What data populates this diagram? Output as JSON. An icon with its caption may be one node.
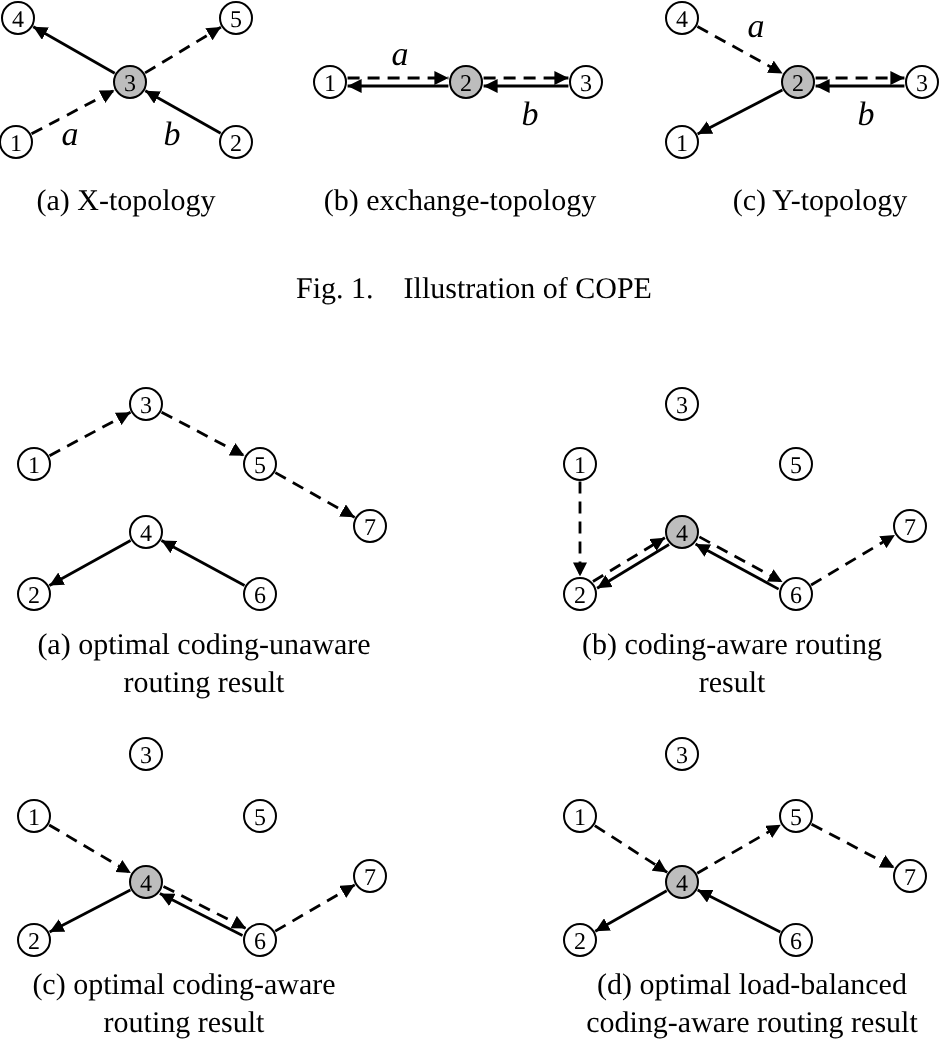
{
  "diagram": {
    "caption": "Fig. 1.    Illustration of COPE",
    "nodes": [
      {
        "text": [
          "4"
        ]
      },
      {
        "text": [
          "5"
        ]
      },
      {
        "text": [
          "3"
        ]
      },
      {
        "text": [
          "1"
        ]
      },
      {
        "text": [
          "2"
        ]
      },
      {
        "text": [
          "1"
        ]
      },
      {
        "text": [
          "2"
        ]
      },
      {
        "text": [
          "3"
        ]
      },
      {
        "text": [
          "4"
        ]
      },
      {
        "text": [
          "2"
        ]
      },
      {
        "text": [
          "3"
        ]
      },
      {
        "text": [
          "1"
        ]
      },
      {
        "text": [
          "3"
        ]
      },
      {
        "text": [
          "1"
        ]
      },
      {
        "text": [
          "5"
        ]
      },
      {
        "text": [
          "7"
        ]
      },
      {
        "text": [
          "4"
        ]
      },
      {
        "text": [
          "2"
        ]
      },
      {
        "text": [
          "6"
        ]
      },
      {
        "text": [
          "3"
        ]
      },
      {
        "text": [
          "1"
        ]
      },
      {
        "text": [
          "5"
        ]
      },
      {
        "text": [
          "7"
        ]
      },
      {
        "text": [
          "4"
        ]
      },
      {
        "text": [
          "2"
        ]
      },
      {
        "text": [
          "6"
        ]
      },
      {
        "text": [
          "3"
        ]
      },
      {
        "text": [
          "1"
        ]
      },
      {
        "text": [
          "5"
        ]
      },
      {
        "text": [
          "7"
        ]
      },
      {
        "text": [
          "4"
        ]
      },
      {
        "text": [
          "2"
        ]
      },
      {
        "text": [
          "6"
        ]
      },
      {
        "text": [
          "3"
        ]
      },
      {
        "text": [
          "1"
        ]
      },
      {
        "text": [
          "5"
        ]
      },
      {
        "text": [
          "7"
        ]
      },
      {
        "text": [
          "4"
        ]
      },
      {
        "text": [
          "2"
        ]
      },
      {
        "text": [
          "6"
        ]
      }
    ],
    "edges": [
      {
        "from": 3,
        "to": 2,
        "arrow": "to",
        "style": "dashed",
        "label": "a"
      },
      {
        "from": 2,
        "to": 1,
        "arrow": "to",
        "style": "dashed"
      },
      {
        "from": 4,
        "to": 2,
        "arrow": "to",
        "label": "b"
      },
      {
        "from": 2,
        "to": 0,
        "arrow": "to"
      },
      {
        "from": 5,
        "to": 6,
        "arrow": "to",
        "style": "dashed",
        "label": "a"
      },
      {
        "from": 6,
        "to": 7,
        "arrow": "to",
        "style": "dashed"
      },
      {
        "from": 7,
        "to": 6,
        "arrow": "to",
        "label": "b"
      },
      {
        "from": 6,
        "to": 5,
        "arrow": "to"
      },
      {
        "from": 8,
        "to": 9,
        "arrow": "to",
        "style": "dashed",
        "label": "a"
      },
      {
        "from": 9,
        "to": 10,
        "arrow": "to",
        "style": "dashed"
      },
      {
        "from": 10,
        "to": 9,
        "arrow": "to",
        "label": "b"
      },
      {
        "from": 9,
        "to": 11,
        "arrow": "to"
      },
      {
        "from": 13,
        "to": 12,
        "arrow": "to",
        "style": "dashed"
      },
      {
        "from": 12,
        "to": 14,
        "arrow": "to",
        "style": "dashed"
      },
      {
        "from": 14,
        "to": 15,
        "arrow": "to",
        "style": "dashed"
      },
      {
        "from": 18,
        "to": 16,
        "arrow": "to"
      },
      {
        "from": 16,
        "to": 17,
        "arrow": "to"
      },
      {
        "from": 20,
        "to": 24,
        "arrow": "to",
        "style": "dashed"
      },
      {
        "from": 24,
        "to": 23,
        "arrow": "to",
        "style": "dashed"
      },
      {
        "from": 23,
        "to": 25,
        "arrow": "to",
        "style": "dashed"
      },
      {
        "from": 25,
        "to": 22,
        "arrow": "to",
        "style": "dashed"
      },
      {
        "from": 23,
        "to": 24,
        "arrow": "to"
      },
      {
        "from": 25,
        "to": 23,
        "arrow": "to"
      },
      {
        "from": 27,
        "to": 30,
        "arrow": "to",
        "style": "dashed"
      },
      {
        "from": 30,
        "to": 32,
        "arrow": "to",
        "style": "dashed"
      },
      {
        "from": 32,
        "to": 29,
        "arrow": "to",
        "style": "dashed"
      },
      {
        "from": 32,
        "to": 30,
        "arrow": "to"
      },
      {
        "from": 30,
        "to": 31,
        "arrow": "to"
      },
      {
        "from": 34,
        "to": 37,
        "arrow": "to",
        "style": "dashed"
      },
      {
        "from": 37,
        "to": 35,
        "arrow": "to",
        "style": "dashed"
      },
      {
        "from": 35,
        "to": 36,
        "arrow": "to",
        "style": "dashed"
      },
      {
        "from": 39,
        "to": 37,
        "arrow": "to"
      },
      {
        "from": 37,
        "to": 38,
        "arrow": "to"
      }
    ],
    "labels": [
      "(a) X-topology",
      "(b) exchange-topology",
      "(c) Y-topology",
      "(a) optimal coding-unaware routing result",
      "(b) coding-aware routing result",
      "(c) optimal coding-aware routing result",
      "(d) optimal load-balanced coding-aware routing result"
    ]
  }
}
